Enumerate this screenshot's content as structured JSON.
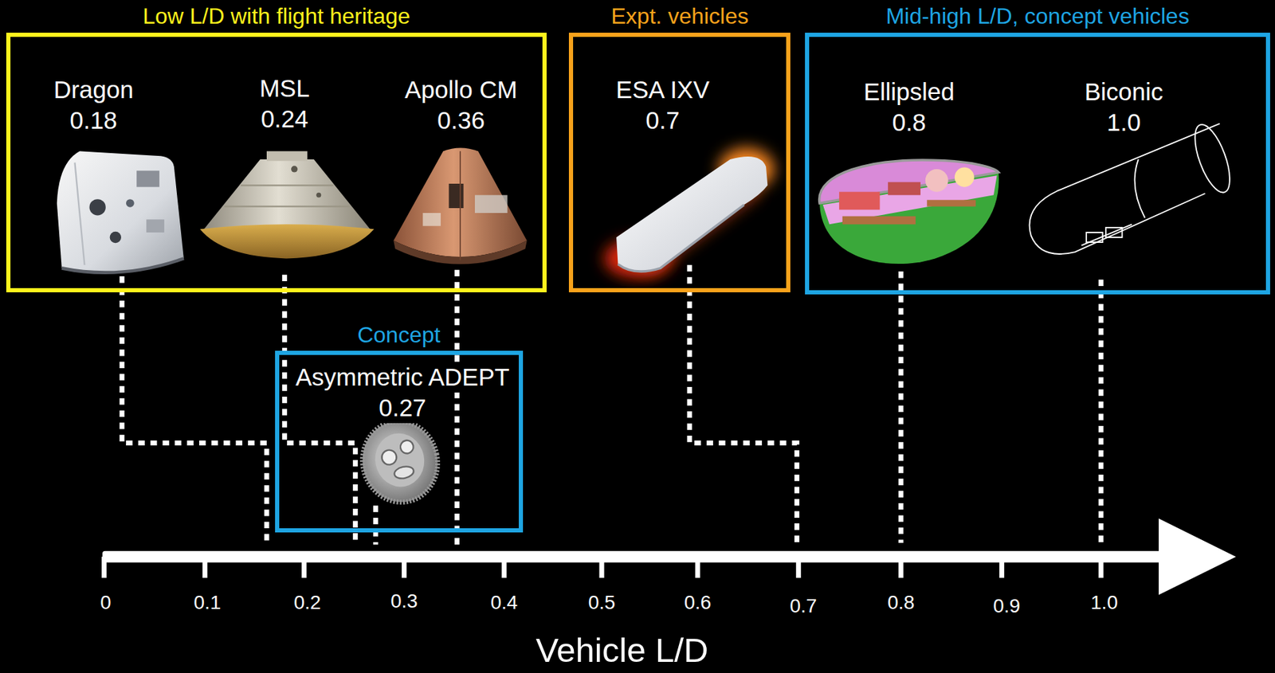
{
  "diagram": {
    "nodes": [
      {
        "text": [
          "Low L/D with flight heritage"
        ]
      },
      {
        "text": [
          "Dragon",
          "0.18"
        ],
        "in": 0
      },
      {
        "text": [
          "MSL",
          "0.24"
        ],
        "in": 0
      },
      {
        "text": [
          "Apollo CM",
          "0.36"
        ],
        "in": 0
      },
      {
        "text": [
          "Expt. vehicles"
        ]
      },
      {
        "text": [
          "ESA IXV",
          "0.7"
        ],
        "in": 4
      },
      {
        "text": [
          "Mid-high L/D, concept vehicles"
        ]
      },
      {
        "text": [
          "Ellipsled",
          "0.8"
        ],
        "in": 6
      },
      {
        "text": [
          "Biconic",
          "1.0"
        ],
        "in": 6
      },
      {
        "text": [
          "Concept"
        ]
      },
      {
        "text": [
          "Asymmetric ADEPT",
          "0.27"
        ],
        "in": 9
      }
    ],
    "labels": [
      "0",
      "0.1",
      "0.2",
      "0.3",
      "0.4",
      "0.5",
      "0.6",
      "0.7",
      "0.8",
      "0.9",
      "1.0",
      "Vehicle L/D"
    ]
  }
}
